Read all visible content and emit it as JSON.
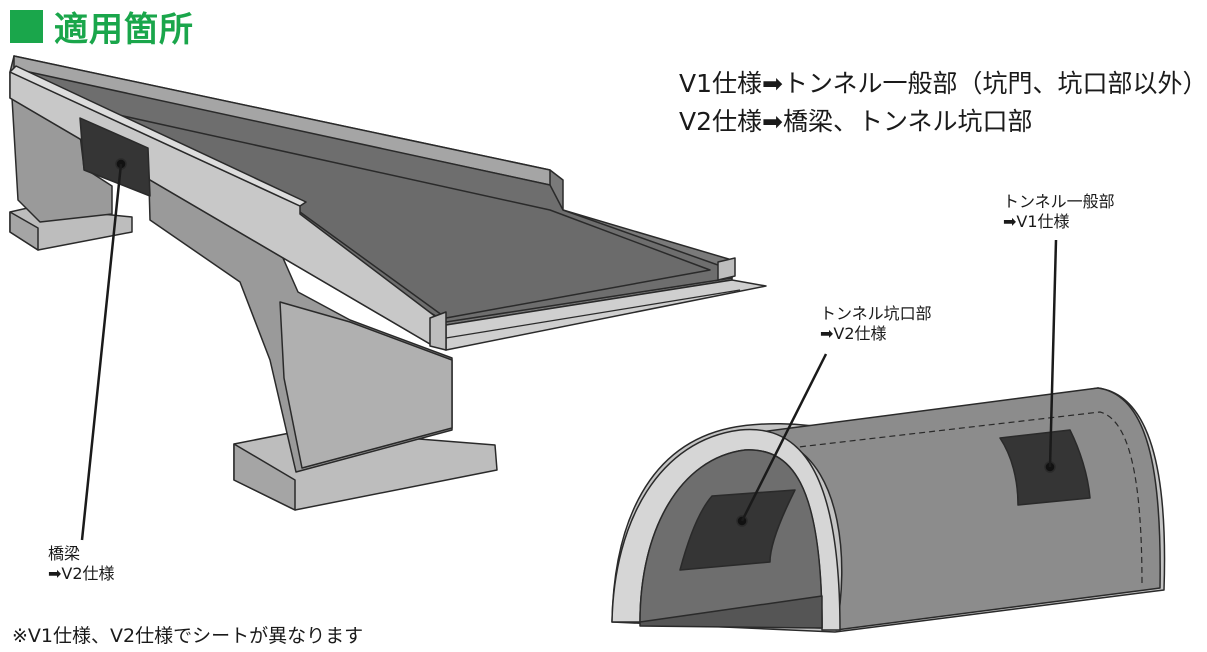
{
  "title": {
    "text": "適用箇所",
    "accent_color": "#1aa64b"
  },
  "spec_lines": [
    "V1仕様➡トンネル一般部（坑門、坑口部以外）",
    "V2仕様➡橋梁、トンネル坑口部"
  ],
  "callouts": {
    "bridge": {
      "line1": "橋梁",
      "line2": "➡V2仕様"
    },
    "tunnel_portal": {
      "line1": "トンネル坑口部",
      "line2": "➡V2仕様"
    },
    "tunnel_general": {
      "line1": "トンネル一般部",
      "line2": "➡V1仕様"
    }
  },
  "footnote": "※V1仕様、V2仕様でシートが異なります",
  "colors": {
    "light_gray": "#bdbdbd",
    "mid_gray": "#8c8c8c",
    "dark_gray": "#6e6e6e",
    "sheet": "#353535",
    "outline": "#2a2a2a"
  }
}
